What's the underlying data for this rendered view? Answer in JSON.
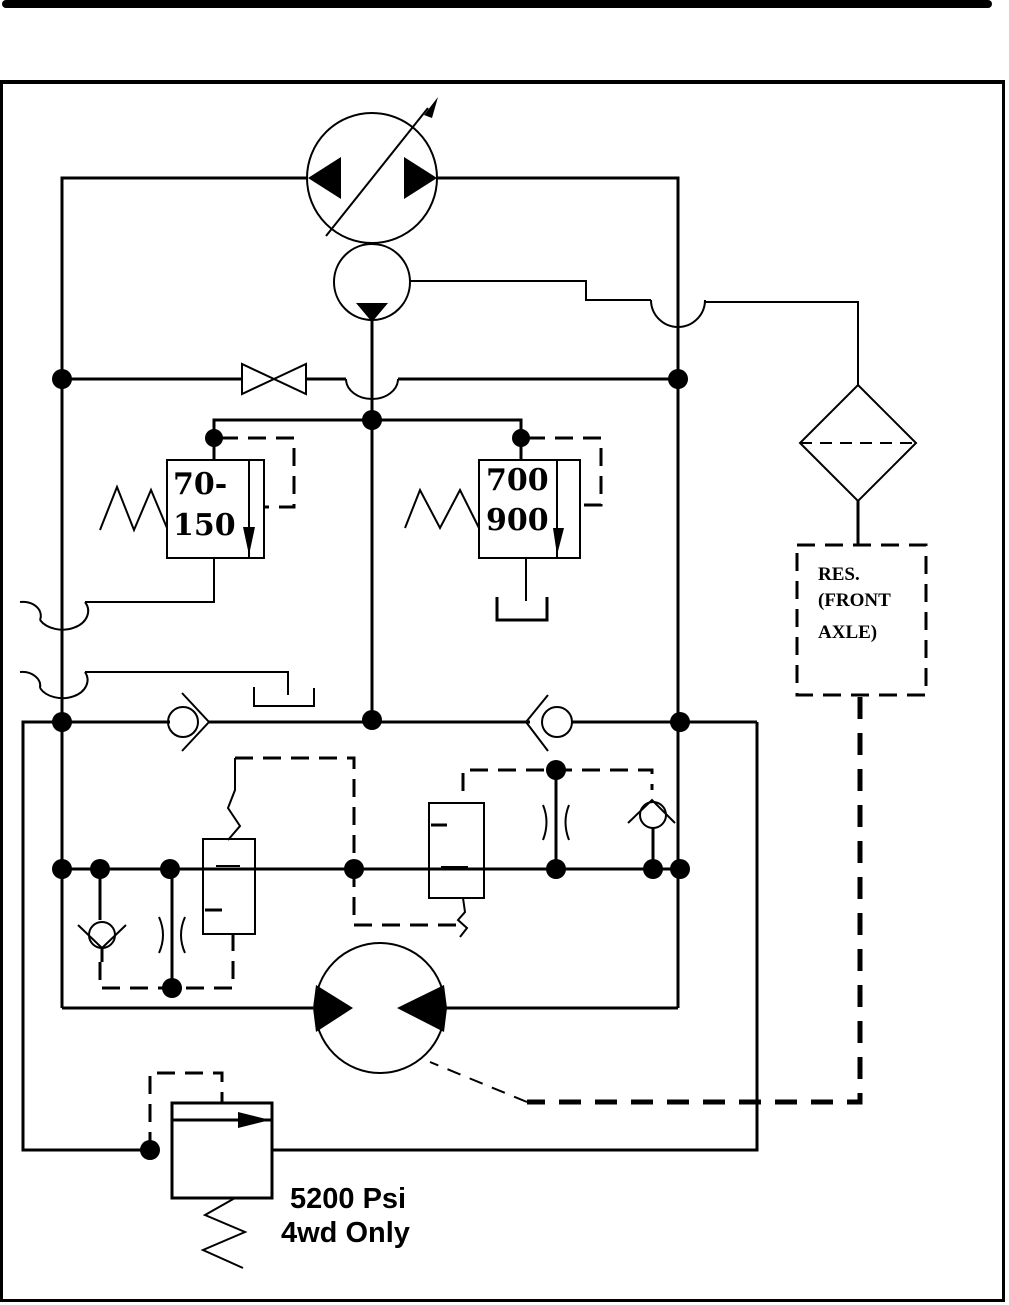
{
  "diagram": {
    "type": "hydraulic-schematic",
    "components": {
      "main_pump": {
        "name": "variable-displacement pump",
        "flow": "bidirectional"
      },
      "charge_pump": {
        "name": "charge pump"
      },
      "needle_valve": {
        "name": "shutoff valve"
      },
      "relief_valve_low": {
        "line1": "70-",
        "line2": "150"
      },
      "relief_valve_high": {
        "line1": "700",
        "line2": "900"
      },
      "filter": {
        "name": "filter"
      },
      "reservoir": {
        "line1": "RES.",
        "line2": "(FRONT",
        "line3": "AXLE)"
      },
      "motor": {
        "name": "bidirectional motor"
      },
      "sequence_valve": {
        "line1": "5200 Psi",
        "line2": "4wd Only"
      }
    }
  }
}
